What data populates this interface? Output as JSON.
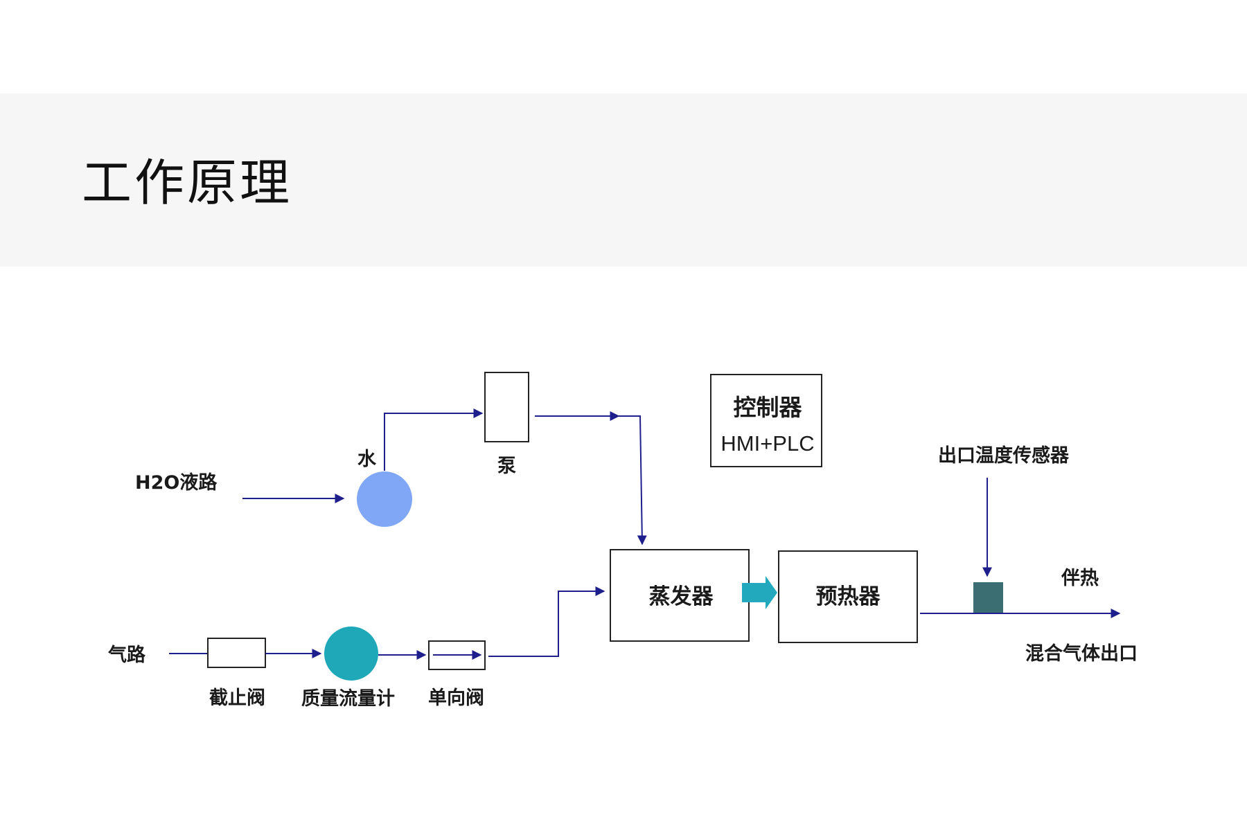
{
  "page": {
    "title": "工作原理"
  },
  "diagram": {
    "labels": {
      "h2o_line": "H2O液路",
      "water": "水",
      "pump": "泵",
      "controller_line1": "控制器",
      "controller_line2": "HMI+PLC",
      "outlet_sensor": "出口温度传感器",
      "heat_tracing": "伴热",
      "gas_line": "气路",
      "shutoff_valve": "截止阀",
      "mass_flow_meter": "质量流量计",
      "check_valve": "单向阀",
      "evaporator": "蒸发器",
      "preheater": "预热器",
      "mixed_gas_outlet": "混合气体出口"
    },
    "colors": {
      "flow_line": "#1e1e8c",
      "water_node": "#7fa7f5",
      "flow_meter_node": "#1ea8b8",
      "transfer_arrow": "#22a9bd",
      "sensor_block": "#3a6e73"
    }
  }
}
